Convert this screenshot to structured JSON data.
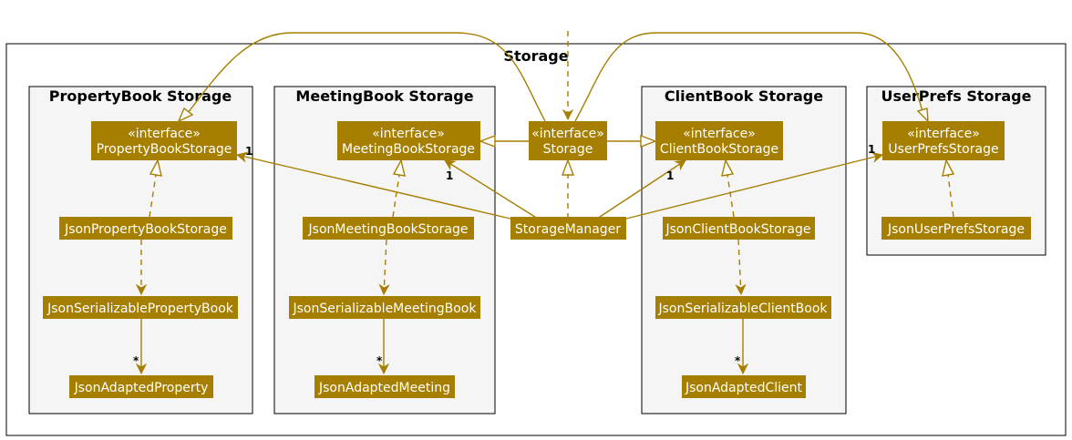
{
  "colors": {
    "class_fill": "#a67f00",
    "edge": "#a67f00",
    "package_fill": "#f4f5f4"
  },
  "diagram": {
    "frame_title": "Storage",
    "packages": {
      "property": "PropertyBook Storage",
      "meeting": "MeetingBook Storage",
      "client": "ClientBook Storage",
      "userprefs": "UserPrefs Storage"
    },
    "classes": {
      "property_storage": {
        "stereo": "«interface»",
        "name": "PropertyBookStorage"
      },
      "meeting_storage": {
        "stereo": "«interface»",
        "name": "MeetingBookStorage"
      },
      "storage": {
        "stereo": "«interface»",
        "name": "Storage"
      },
      "client_storage": {
        "stereo": "«interface»",
        "name": "ClientBookStorage"
      },
      "userprefs_storage": {
        "stereo": "«interface»",
        "name": "UserPrefsStorage"
      },
      "json_property_storage": {
        "name": "JsonPropertyBookStorage"
      },
      "json_meeting_storage": {
        "name": "JsonMeetingBookStorage"
      },
      "storage_manager": {
        "name": "StorageManager"
      },
      "json_client_storage": {
        "name": "JsonClientBookStorage"
      },
      "json_userprefs_storage": {
        "name": "JsonUserPrefsStorage"
      },
      "json_ser_property": {
        "name": "JsonSerializablePropertyBook"
      },
      "json_ser_meeting": {
        "name": "JsonSerializableMeetingBook"
      },
      "json_ser_client": {
        "name": "JsonSerializableClientBook"
      },
      "json_adapted_property": {
        "name": "JsonAdaptedProperty"
      },
      "json_adapted_meeting": {
        "name": "JsonAdaptedMeeting"
      },
      "json_adapted_client": {
        "name": "JsonAdaptedClient"
      }
    },
    "multiplicities": {
      "manager_property": "1",
      "manager_meeting": "1",
      "manager_client": "1",
      "manager_userprefs": "1",
      "ser_property_adapted": "*",
      "ser_meeting_adapted": "*",
      "ser_client_adapted": "*"
    }
  }
}
